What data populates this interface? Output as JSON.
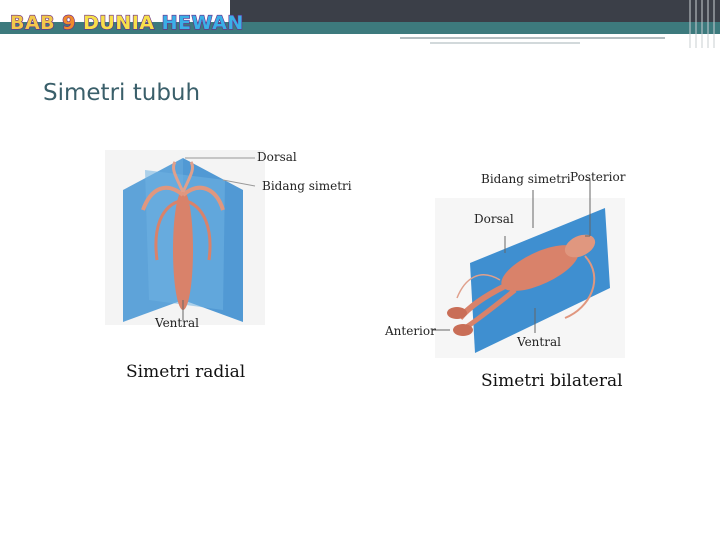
{
  "header": {
    "title_parts": [
      "BAB",
      "9",
      "DUNIA",
      "HEWAN"
    ]
  },
  "slide": {
    "heading": "Simetri tubuh"
  },
  "radial_figure": {
    "labels": {
      "dorsal": "Dorsal",
      "plane": "Bidang simetri",
      "ventral": "Ventral"
    },
    "caption": "Simetri radial"
  },
  "bilateral_figure": {
    "labels": {
      "plane": "Bidang simetri",
      "posterior": "Posterior",
      "dorsal": "Dorsal",
      "anterior": "Anterior",
      "ventral": "Ventral"
    },
    "caption": "Simetri bilateral"
  },
  "colors": {
    "teal_bar": "#3d7a7d",
    "dark_bar": "#3b3f48",
    "heading": "#3a5f6a",
    "plane_blue": "#3f8fd0",
    "animal": "#d9826a"
  }
}
